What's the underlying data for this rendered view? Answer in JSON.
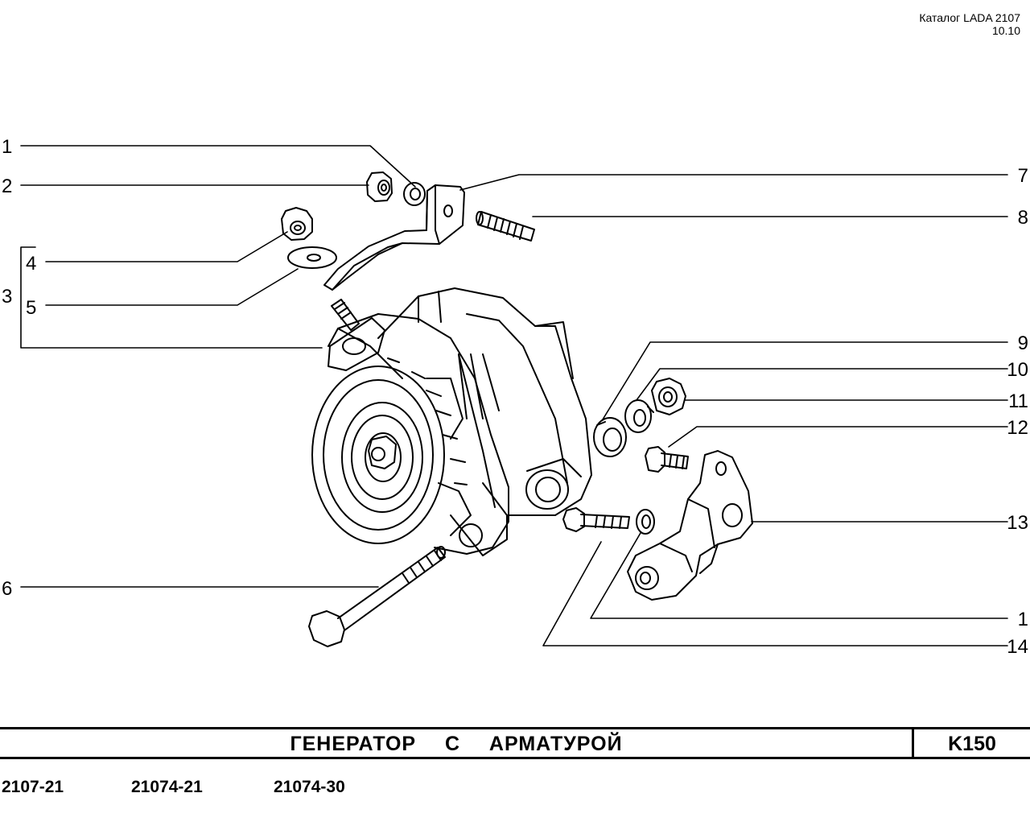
{
  "header": {
    "catalog": "Каталог LADA 2107",
    "sheet": "10.10"
  },
  "callouts": {
    "c1a": "1",
    "c2": "2",
    "c3": "3",
    "c4": "4",
    "c5": "5",
    "c6": "6",
    "c7": "7",
    "c8": "8",
    "c9": "9",
    "c10": "10",
    "c11": "11",
    "c12": "12",
    "c13": "13",
    "c1b": "1",
    "c14": "14"
  },
  "title_block": {
    "title": "ГЕНЕРАТОР  С  АРМАТУРОЙ",
    "code": "K150"
  },
  "models": [
    "2107-21",
    "21074-21",
    "21074-30"
  ]
}
